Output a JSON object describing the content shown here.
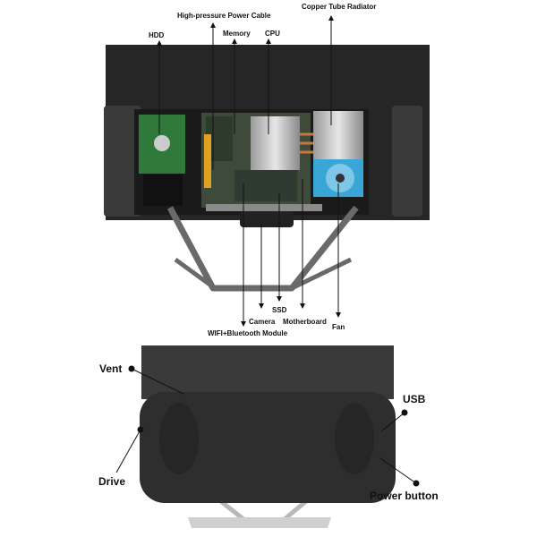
{
  "top_view": {
    "labels": {
      "hdd": "HDD",
      "power_cable": "High-pressure Power Cable",
      "memory": "Memory",
      "cpu": "CPU",
      "radiator": "Copper Tube Radiator",
      "wifi": "WIFI+Bluetooth Module",
      "camera": "Camera",
      "ssd": "SSD",
      "motherboard": "Motherboard",
      "fan": "Fan"
    }
  },
  "back_view": {
    "labels": {
      "vent": "Vent",
      "usb": "USB",
      "drive": "Drive",
      "power_button": "Power button"
    }
  },
  "colors": {
    "fan": "#3aa6d8",
    "hdd_board": "#2f7a3a",
    "body": "#2a2a2a"
  }
}
